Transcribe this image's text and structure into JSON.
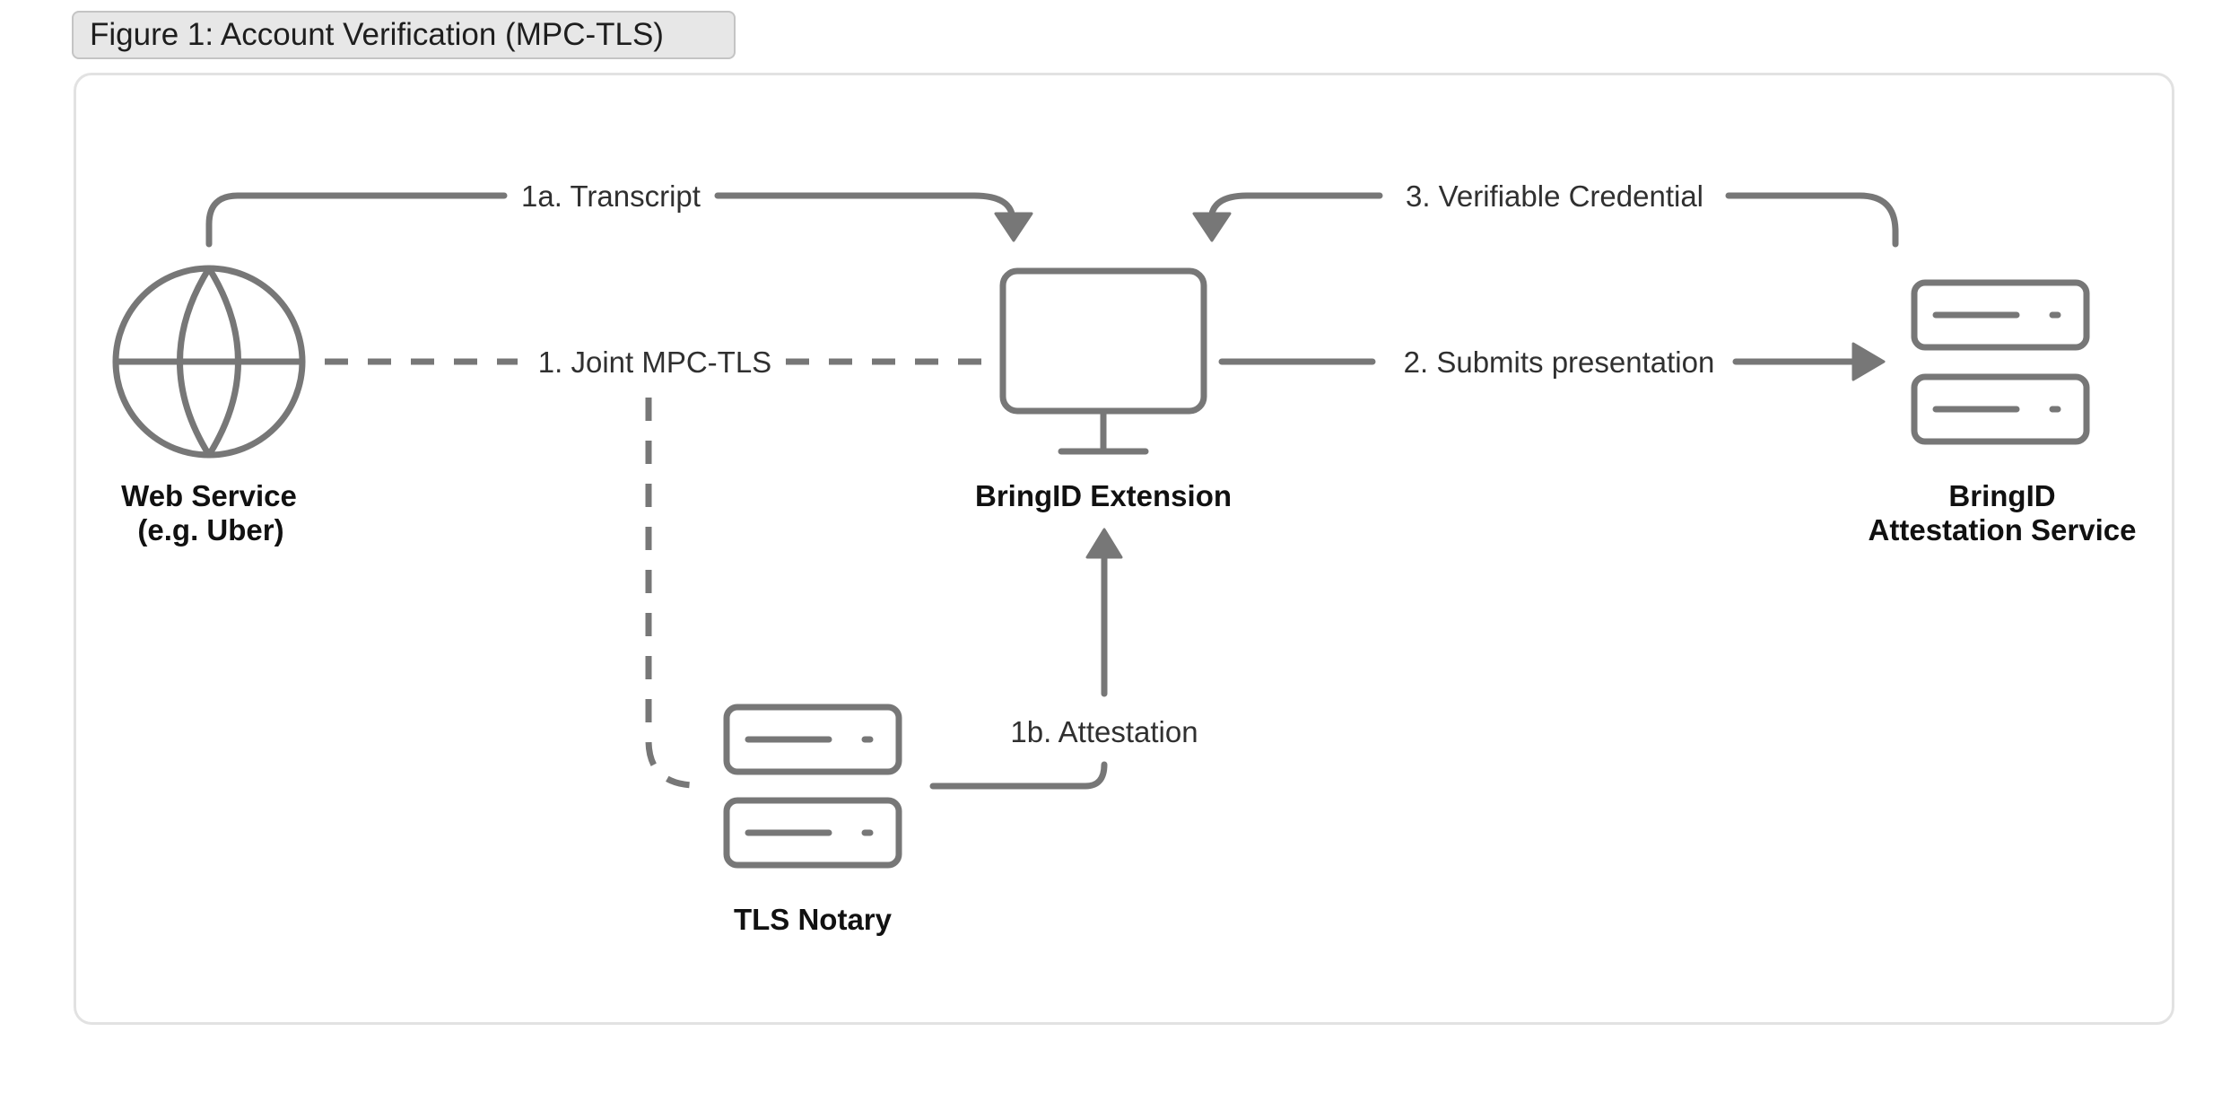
{
  "figure": {
    "title": "Figure 1: Account Verification (MPC-TLS)"
  },
  "nodes": {
    "web_service": {
      "line1": "Web Service",
      "line2": "(e.g. Uber)",
      "icon": "globe-icon"
    },
    "extension": {
      "line1": "BringID Extension",
      "icon": "monitor-icon"
    },
    "attestation_service": {
      "line1": "BringID",
      "line2": "Attestation Service",
      "icon": "server-icon"
    },
    "tls_notary": {
      "line1": "TLS Notary",
      "icon": "server-icon"
    }
  },
  "edges": {
    "transcript": "1a. Transcript",
    "joint_mpc_tls": "1. Joint MPC-TLS",
    "submits_presentation": "2. Submits presentation",
    "verifiable_credential": "3. Verifiable Credential",
    "attestation": "1b. Attestation"
  },
  "colors": {
    "stroke": "#777777",
    "text": "#111111",
    "title_background": "#e7e7e7",
    "frame_border": "#e2e2e2"
  }
}
